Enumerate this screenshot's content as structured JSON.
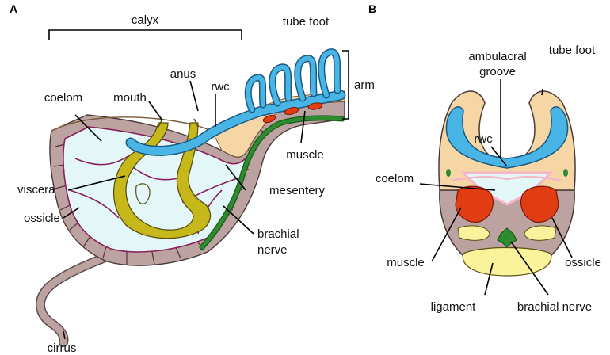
{
  "panels": {
    "a": {
      "letter": "A",
      "labels": {
        "calyx": "calyx",
        "tube_foot": "tube foot",
        "arm": "arm",
        "anus": "anus",
        "coelom": "coelom",
        "mouth": "mouth",
        "rwc": "rwc",
        "viscera": "viscera",
        "mesentery": "mesentery",
        "muscle": "muscle",
        "ossicle": "ossicle",
        "brachial_nerve_1": "brachial",
        "brachial_nerve_2": "nerve",
        "cirrus": "cirrus"
      }
    },
    "b": {
      "letter": "B",
      "labels": {
        "ambulacral_1": "ambulacral",
        "ambulacral_2": "groove",
        "tube_foot": "tube foot",
        "rwc": "rwc",
        "coelom": "coelom",
        "muscle": "muscle",
        "ossicle": "ossicle",
        "ligament": "ligament",
        "brachial_nerve": "brachial nerve"
      }
    }
  },
  "colors": {
    "coelom": "#e3f7f8",
    "ossicle": "#bca3a1",
    "ossicle_dark": "#b19693",
    "viscera": "#c6b71a",
    "water_canal": "#49b5e6",
    "arm_tissue": "#f5d6a4",
    "muscle": "#e23c12",
    "nerve": "#2e8b2f",
    "ligament": "#fbf39b",
    "mesentery": "#8a1f5a",
    "pink": "#f5b7c8"
  }
}
